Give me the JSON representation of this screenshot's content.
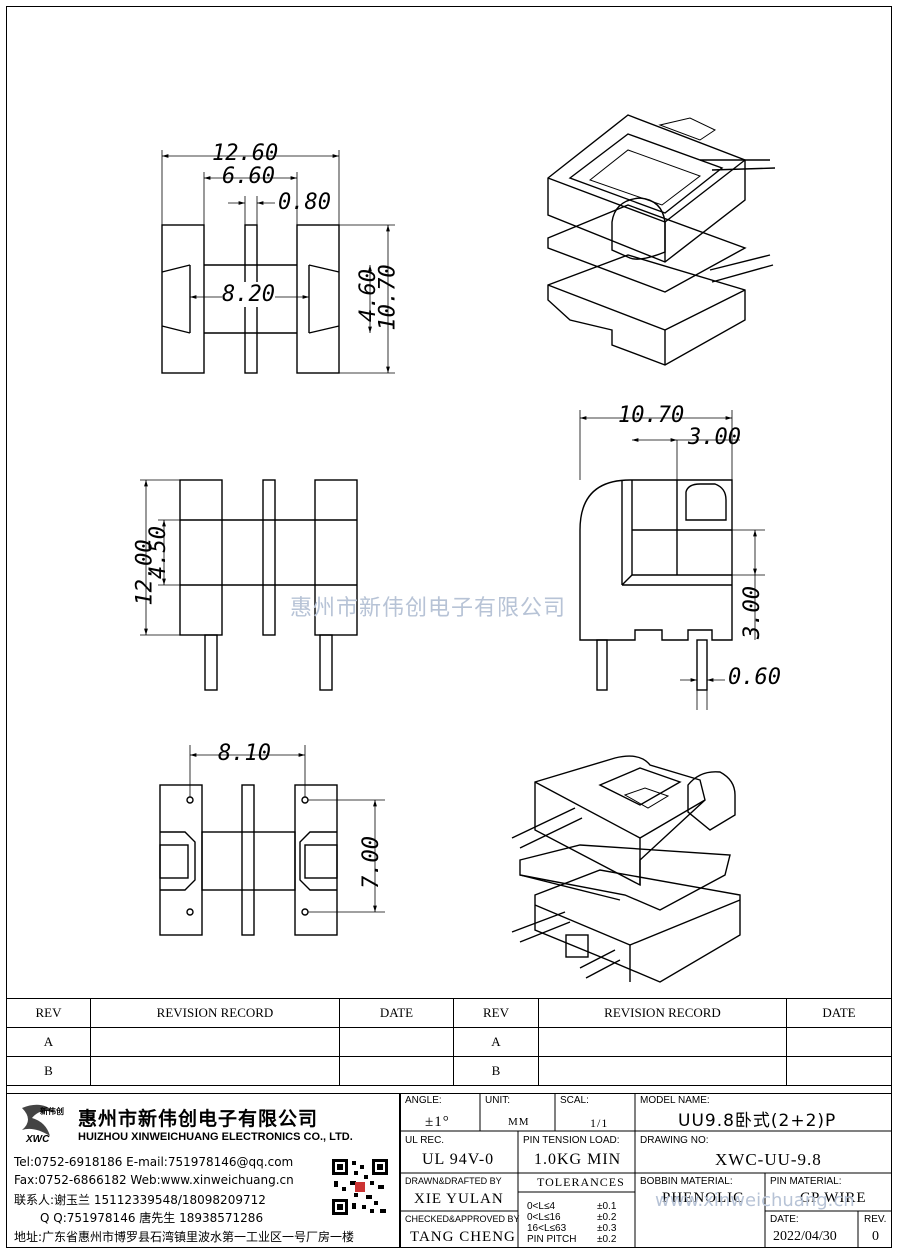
{
  "dimensions": {
    "d1260": "12.60",
    "d660": "6.60",
    "d080": "0.80",
    "d820": "8.20",
    "d460": "4.60",
    "d1070a": "10.70",
    "d1070b": "10.70",
    "d300a": "3.00",
    "d1200": "12.00",
    "d450": "4.50",
    "d300b": "3.00",
    "d060": "0.60",
    "d810": "8.10",
    "d700": "7.00"
  },
  "watermark": "惠州市新伟创电子有限公司",
  "watermark_url": "www.xinweichuang.cn",
  "revision_table": {
    "headers": [
      "REV",
      "REVISION RECORD",
      "DATE",
      "REV",
      "REVISION RECORD",
      "DATE"
    ],
    "rows": [
      [
        "A",
        "",
        "",
        "A",
        "",
        ""
      ],
      [
        "B",
        "",
        "",
        "B",
        "",
        ""
      ]
    ]
  },
  "company": {
    "logo_text": "新伟创",
    "logo_abbr": "XWC",
    "name_cn": "惠州市新伟创电子有限公司",
    "name_en": "HUIZHOU XINWEICHUANG ELECTRONICS CO., LTD.",
    "tel": "Tel:0752-6918186 E-mail:751978146@qq.com",
    "fax": "Fax:0752-6866182 Web:www.xinweichuang.cn",
    "contact": "联系人:谢玉兰 15112339548/18098209712",
    "qq": "Q Q:751978146     唐先生 18938571286",
    "address": "地址:广东省惠州市博罗县石湾镇里波水第一工业区一号厂房一楼"
  },
  "title_block": {
    "angle_label": "ANGLE:",
    "angle": "±1°",
    "unit_label": "UNIT:",
    "unit": "MM",
    "scal_label": "SCAL:",
    "scal": "1/1",
    "model_label": "MODEL NAME:",
    "model": "UU9.8卧式(2+2)P",
    "ul_label": "UL REC.",
    "ul": "UL 94V-0",
    "pin_tension_label": "PIN TENSION LOAD:",
    "pin_tension": "1.0KG MIN",
    "drawing_no_label": "DRAWING NO:",
    "drawing_no": "XWC-UU-9.8",
    "drawn_label": "DRAWN&DRAFTED BY",
    "drawn": "XIE YULAN",
    "tolerances_label": "TOLERANCES",
    "bobbin_label": "BOBBIN MATERIAL:",
    "bobbin": "PHENOLIC",
    "pin_mat_label": "PIN MATERIAL:",
    "pin_mat": "CP WIRE",
    "checked_label": "CHECKED&APPROVED BY",
    "checked": "TANG CHENG",
    "tol1": "0<L≤4",
    "tol1v": "±0.1",
    "tol2": "0<L≤16",
    "tol2v": "±0.2",
    "tol3": "16<L≤63",
    "tol3v": "±0.3",
    "tol4": "PIN PITCH",
    "tol4v": "±0.2",
    "date_label": "DATE:",
    "date": "2022/04/30",
    "rev_label": "REV.",
    "rev": "0"
  }
}
